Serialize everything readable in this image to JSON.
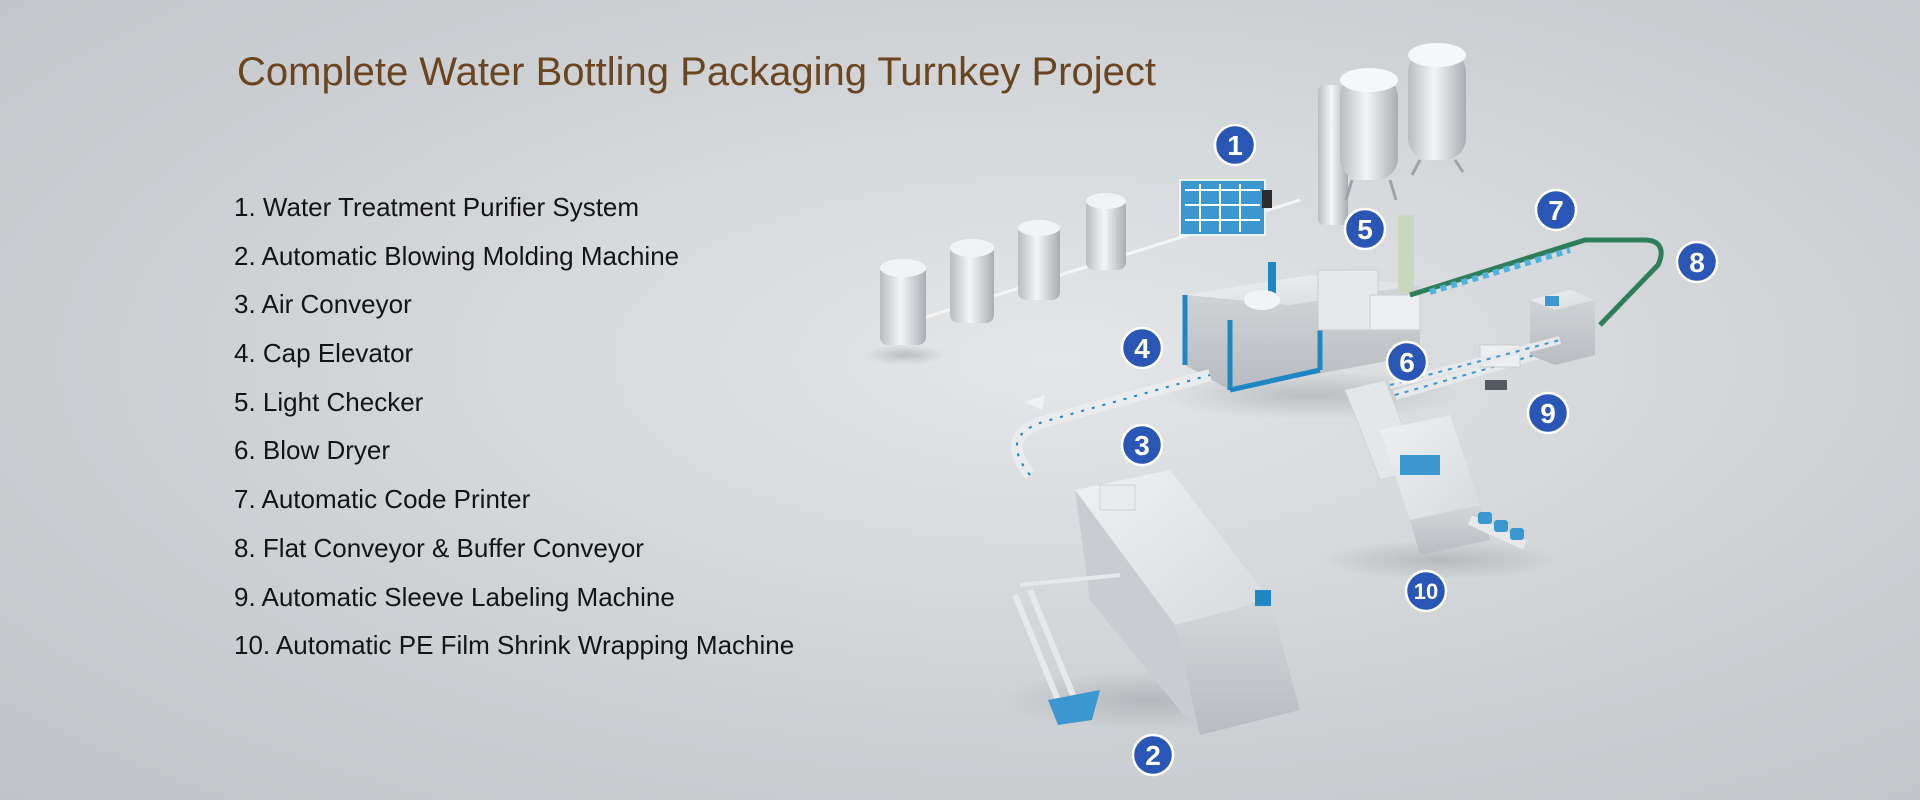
{
  "title": "Complete Water Bottling Packaging Turnkey Project",
  "legend": [
    "1. Water Treatment Purifier System",
    "2. Automatic Blowing Molding Machine",
    "3. Air Conveyor",
    "4. Cap Elevator",
    "5. Light Checker",
    "6. Blow Dryer",
    "7. Automatic Code Printer",
    "8. Flat Conveyor & Buffer Conveyor",
    "9. Automatic Sleeve Labeling Machine",
    "10. Automatic PE Film Shrink Wrapping Machine"
  ],
  "badges": [
    "1",
    "2",
    "3",
    "4",
    "5",
    "6",
    "7",
    "8",
    "9",
    "10"
  ],
  "colors": {
    "title": "#6b4420",
    "badge": "#2a56b5",
    "accent_blue": "#1f86c4",
    "conveyor_green": "#2e7d5b"
  }
}
